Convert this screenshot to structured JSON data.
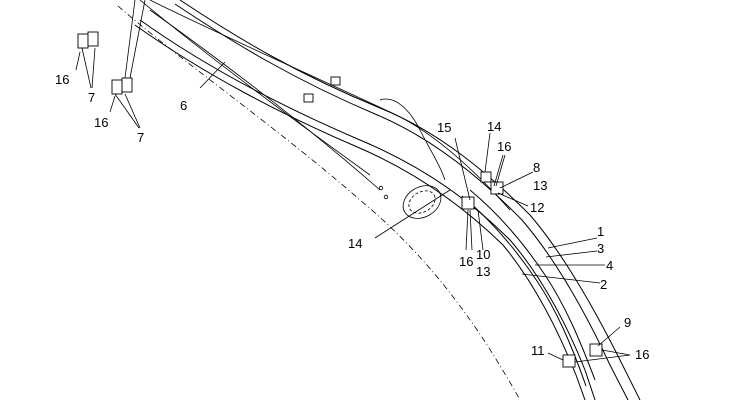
{
  "callouts": {
    "c1": "1",
    "c2": "2",
    "c3": "3",
    "c4": "4",
    "c6": "6",
    "c7a": "7",
    "c7b": "7",
    "c8": "8",
    "c9": "9",
    "c10": "10",
    "c11": "11",
    "c12": "12",
    "c13a": "13",
    "c13b": "13",
    "c14a": "14",
    "c14b": "14",
    "c15": "15",
    "c16a": "16",
    "c16b": "16",
    "c16c": "16",
    "c16d": "16",
    "c16e": "16"
  }
}
